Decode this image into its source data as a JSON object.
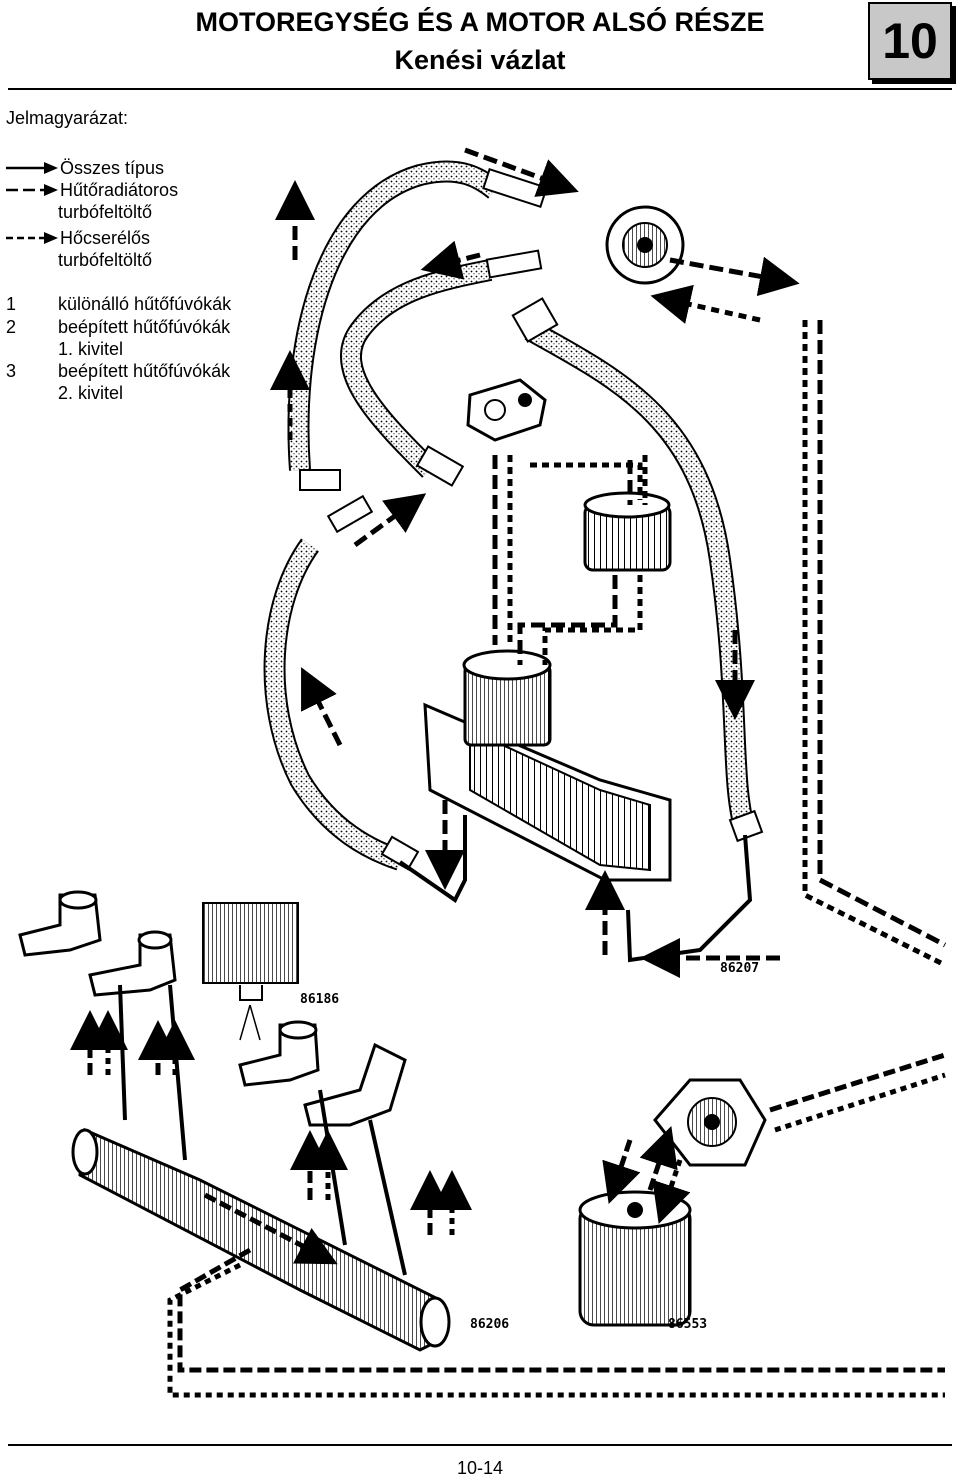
{
  "header": {
    "title": "MOTOREGYSÉG ÉS A MOTOR ALSÓ RÉSZE",
    "subtitle": "Kenési vázlat",
    "chapter": "10"
  },
  "legend": {
    "title": "Jelmagyarázat:",
    "lines": [
      {
        "style": "solid",
        "label": "Összes típus"
      },
      {
        "style": "dash-long",
        "label": "Hűtőradiátoros",
        "label2": "turbófeltöltő"
      },
      {
        "style": "dash-short",
        "label": "Hőcserélős",
        "label2": "turbófeltöltő"
      }
    ]
  },
  "items": [
    {
      "num": "1",
      "text": "különálló hűtőfúvókák"
    },
    {
      "num": "2",
      "text": "beépített hűtőfúvókák",
      "text2": "1. kivitel"
    },
    {
      "num": "3",
      "text": "beépített hűtőfúvókák",
      "text2": "2. kivitel"
    }
  ],
  "figure_codes": {
    "main": "86207",
    "piston": "86186",
    "gallery": "86206",
    "filter": "86553"
  },
  "footer": {
    "page_number": "10-14"
  }
}
